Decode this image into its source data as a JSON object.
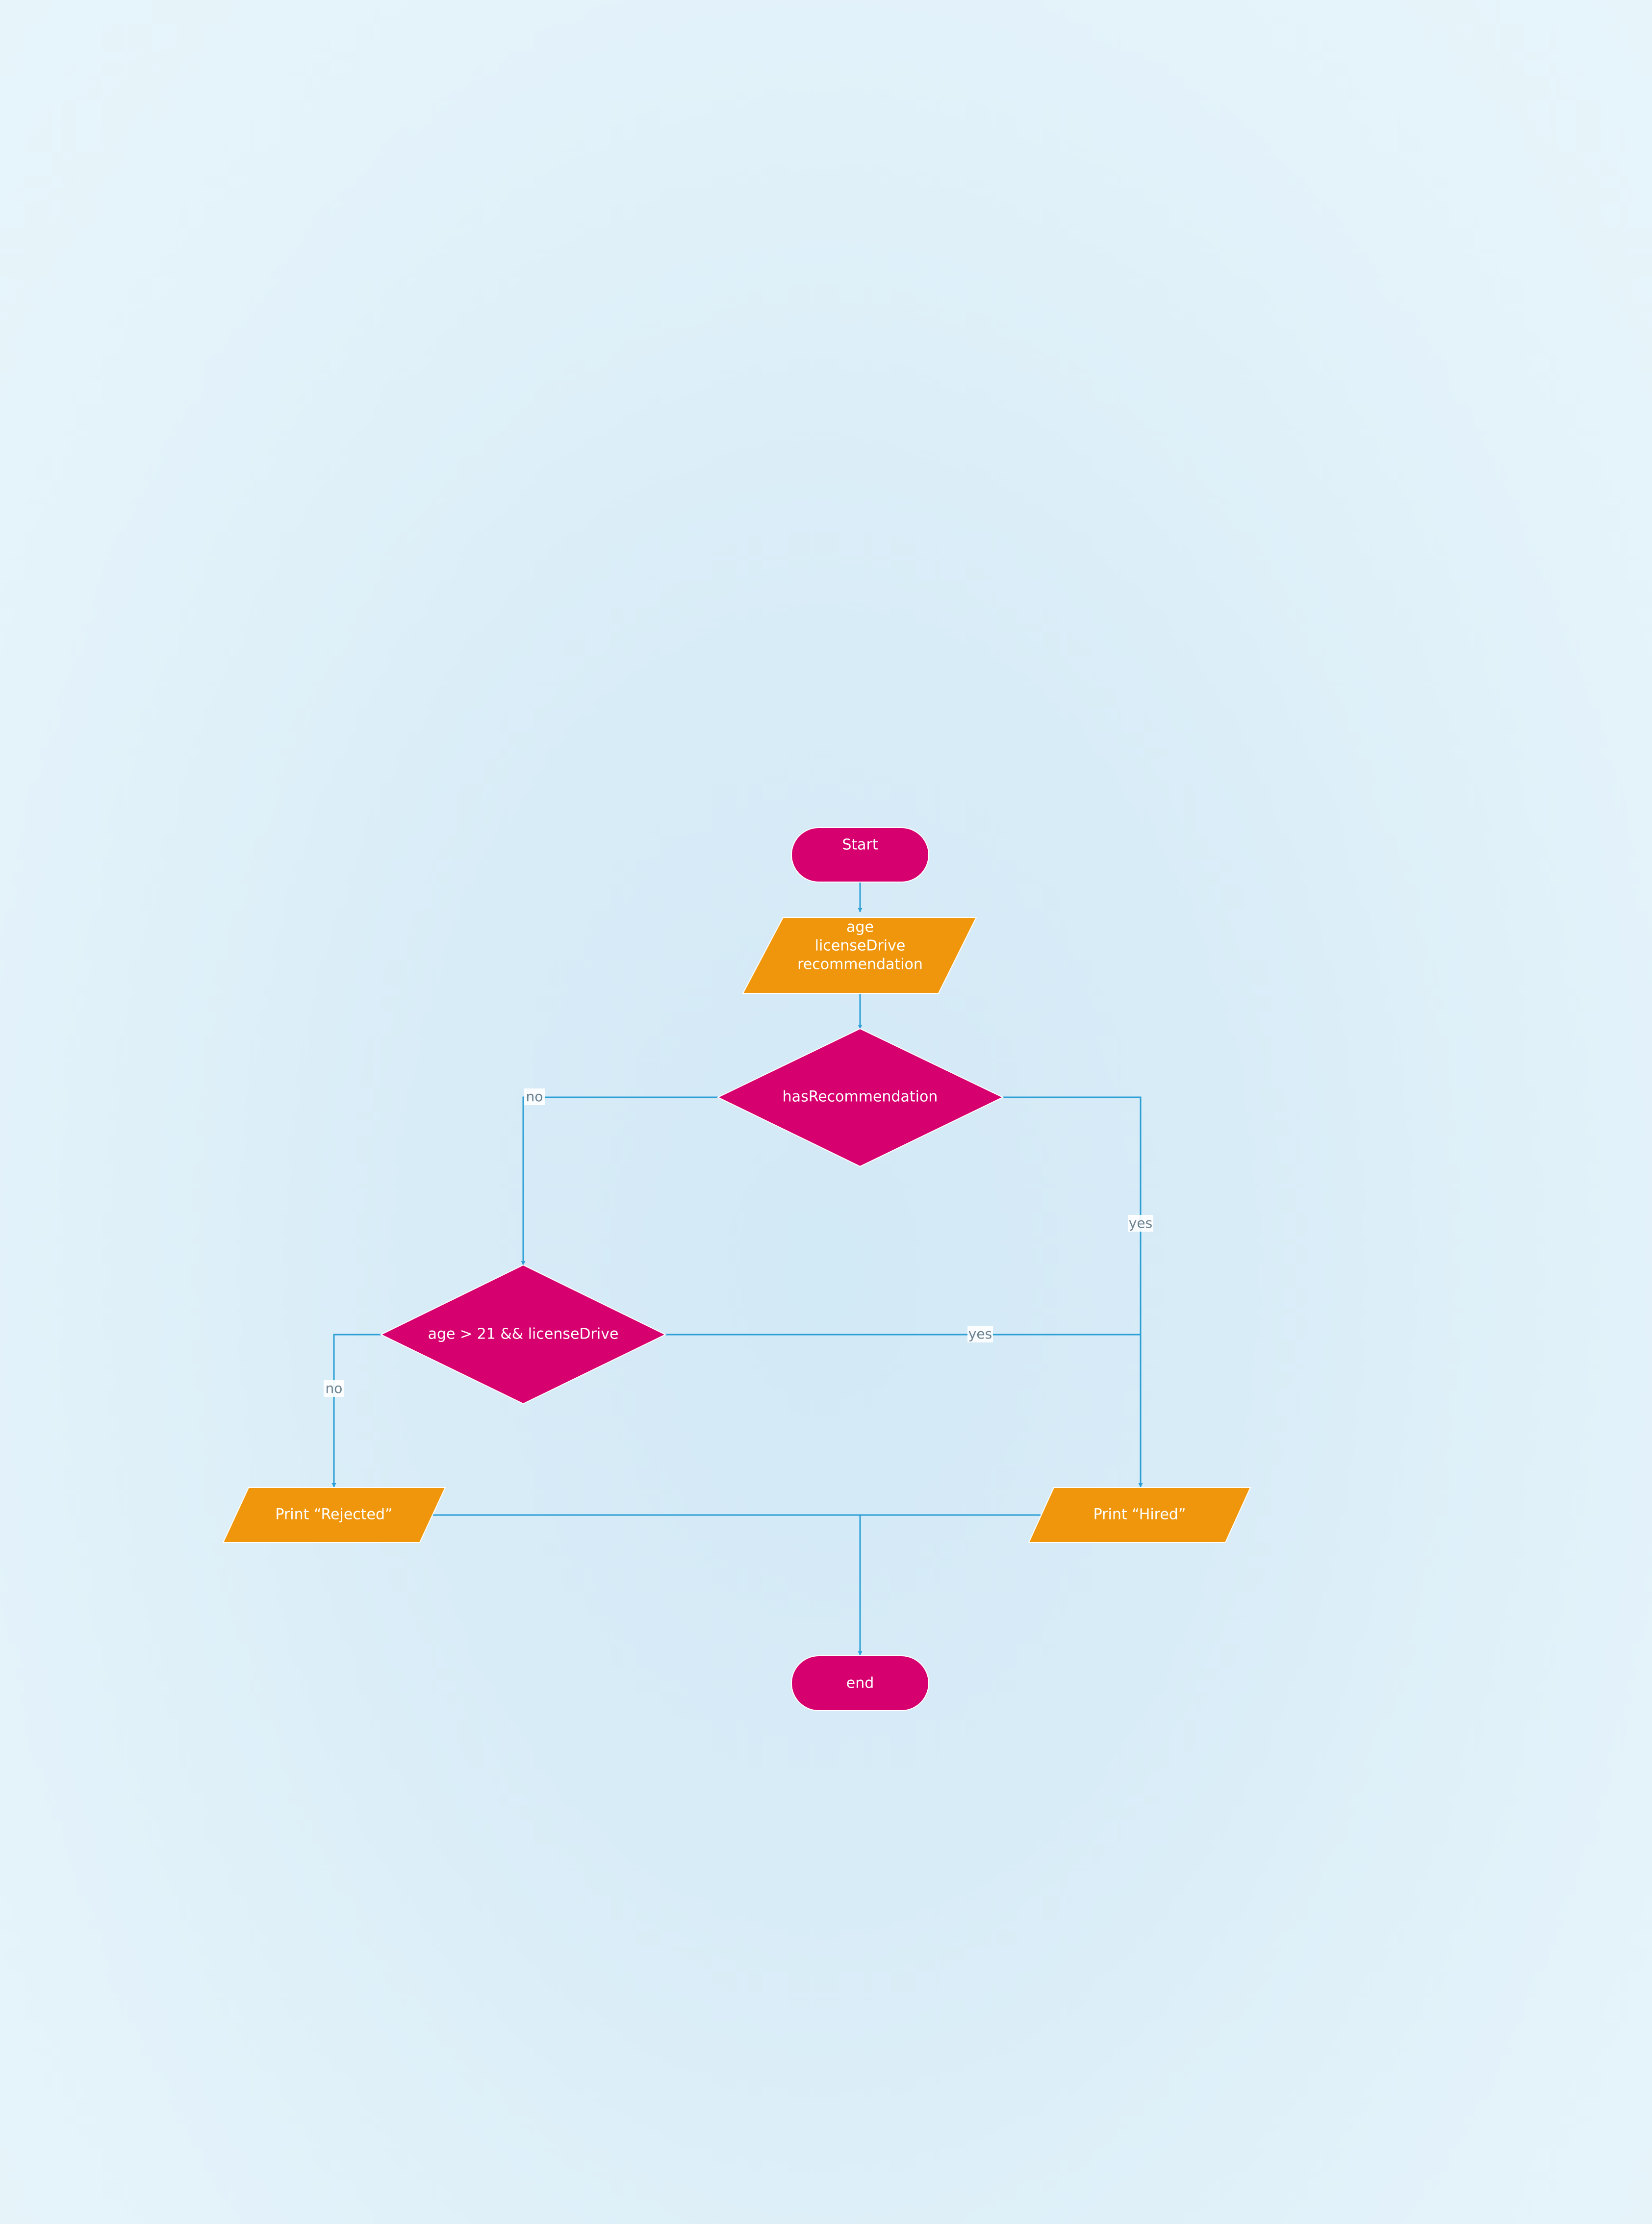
{
  "colors": {
    "terminal": "#d6006f",
    "decision": "#d6006f",
    "io": "#ef960d",
    "connector": "#2b9fd6",
    "node_text": "#ffffff",
    "edge_label_text": "#6a7f8e"
  },
  "nodes": {
    "start": {
      "label": "Start",
      "shape": "terminal"
    },
    "input": {
      "lines": [
        "age",
        "licenseDrive",
        "recommendation"
      ],
      "shape": "parallelogram"
    },
    "has_recommendation": {
      "label": "hasRecommendation",
      "shape": "diamond"
    },
    "age_license": {
      "label": "age > 21 && licenseDrive",
      "shape": "diamond"
    },
    "print_rejected": {
      "label": "Print “Rejected”",
      "shape": "parallelogram"
    },
    "print_hired": {
      "label": "Print “Hired”",
      "shape": "parallelogram"
    },
    "end": {
      "label": "end",
      "shape": "terminal"
    }
  },
  "edges": {
    "rec_no": {
      "label": "no",
      "from": "hasRecommendation",
      "to": "age > 21 && licenseDrive"
    },
    "rec_yes": {
      "label": "yes",
      "from": "hasRecommendation",
      "to": "Print “Hired”"
    },
    "age_yes": {
      "label": "yes",
      "from": "age > 21 && licenseDrive",
      "to": "Print “Hired”"
    },
    "age_no": {
      "label": "no",
      "from": "age > 21 && licenseDrive",
      "to": "Print “Rejected”"
    }
  }
}
